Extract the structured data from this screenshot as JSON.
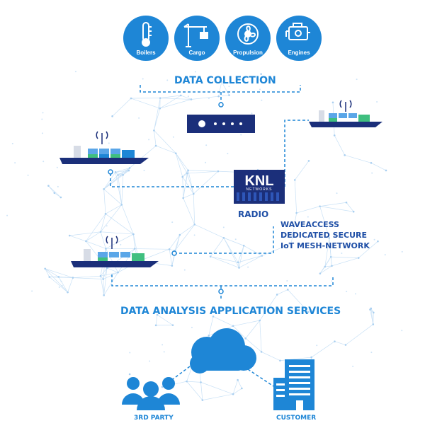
{
  "categories": [
    {
      "label": "Boilers",
      "icon": "thermometer-icon"
    },
    {
      "label": "Cargo",
      "icon": "crane-icon"
    },
    {
      "label": "Propulsion",
      "icon": "propeller-icon"
    },
    {
      "label": "Engines",
      "icon": "engine-icon"
    }
  ],
  "data_collection": "DATA COLLECTION",
  "radio": {
    "brand": "KNL",
    "sub": "NETWORKS",
    "label": "RADIO"
  },
  "mesh": {
    "line1": "WAVEACCESS",
    "line2": "DEDICATED SECURE",
    "line3": "IoT MESH-NETWORK"
  },
  "analysis": "DATA ANALYSIS APPLICATION SERVICES",
  "third_party": "3RD PARTY",
  "customer": "CUSTOMER",
  "colors": {
    "accent": "#1e86d6",
    "dark_blue": "#1f4fa6",
    "navy": "#1b2f7a"
  }
}
